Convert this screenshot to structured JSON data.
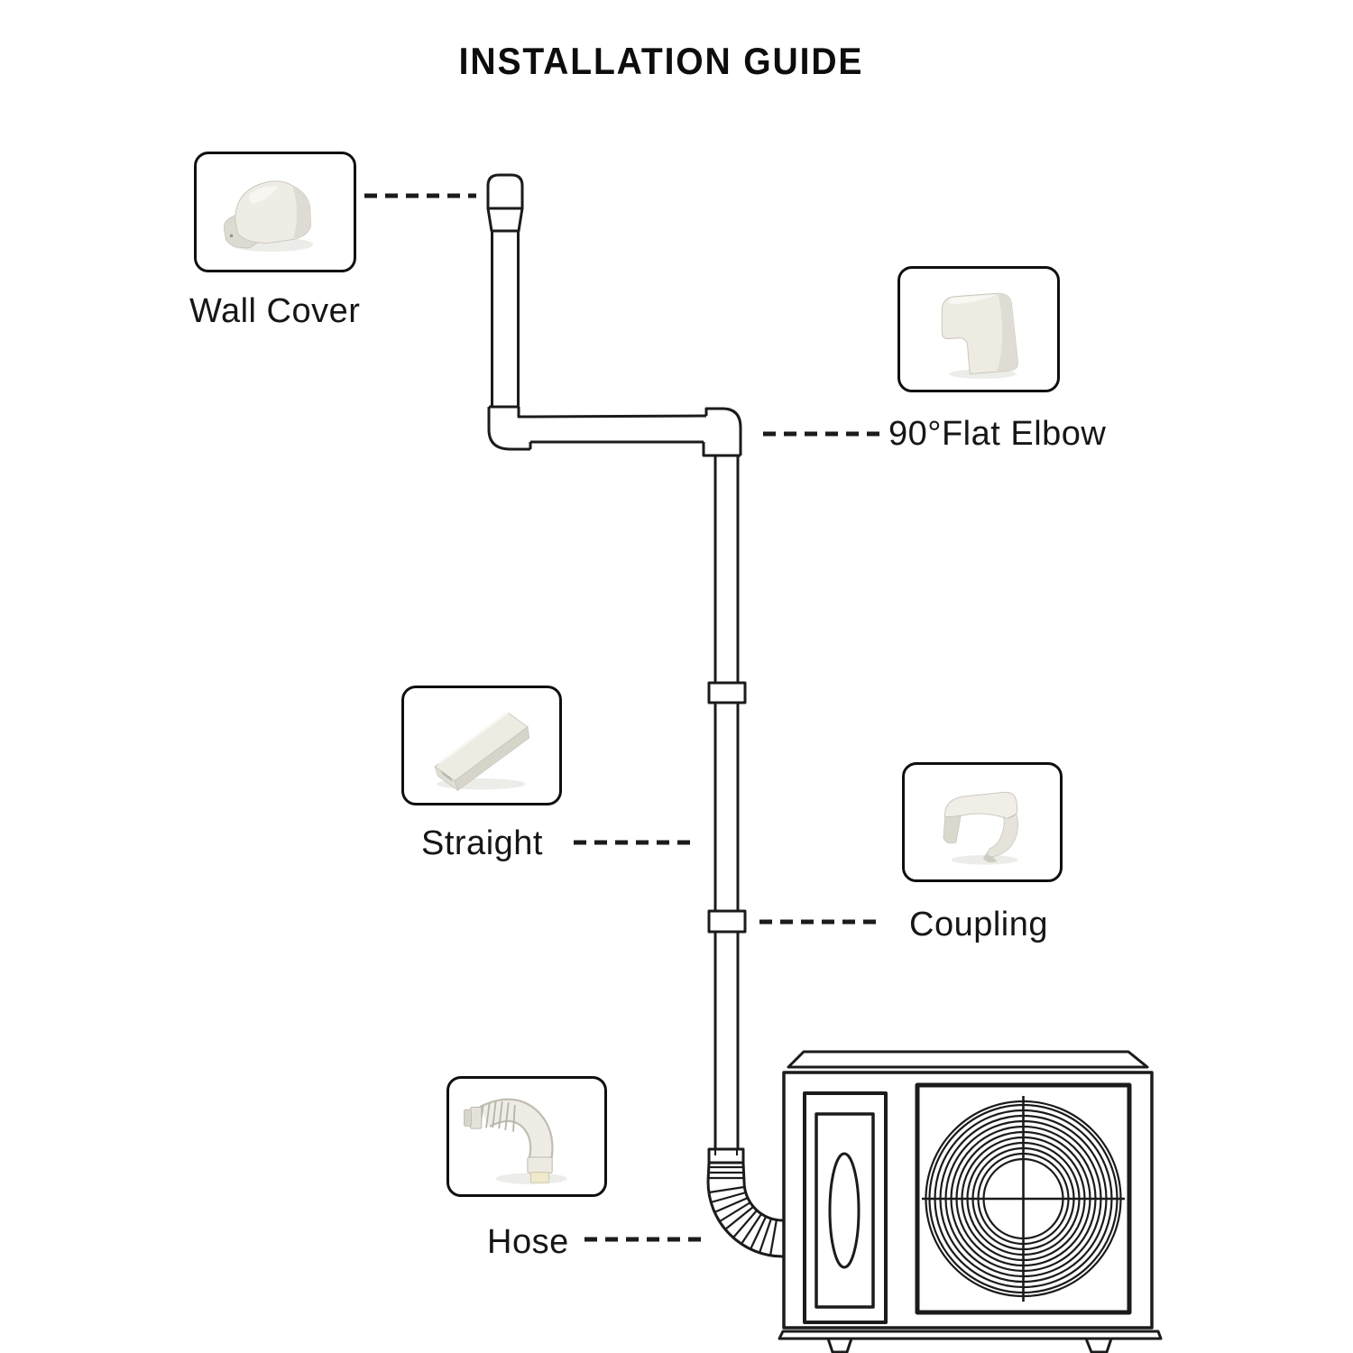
{
  "title": "INSTALLATION GUIDE",
  "parts": [
    {
      "id": "wall-cover",
      "label": "Wall Cover"
    },
    {
      "id": "flat-elbow",
      "label": "90°Flat Elbow"
    },
    {
      "id": "straight",
      "label": "Straight"
    },
    {
      "id": "coupling",
      "label": "Coupling"
    },
    {
      "id": "hose",
      "label": "Hose"
    }
  ],
  "colors": {
    "background": "#ffffff",
    "line": "#1b1b1b",
    "text": "#161616",
    "plastic": "#edebe2",
    "plastic_shadow": "#d9d7cc",
    "hose_tip": "#f0e9cd"
  }
}
